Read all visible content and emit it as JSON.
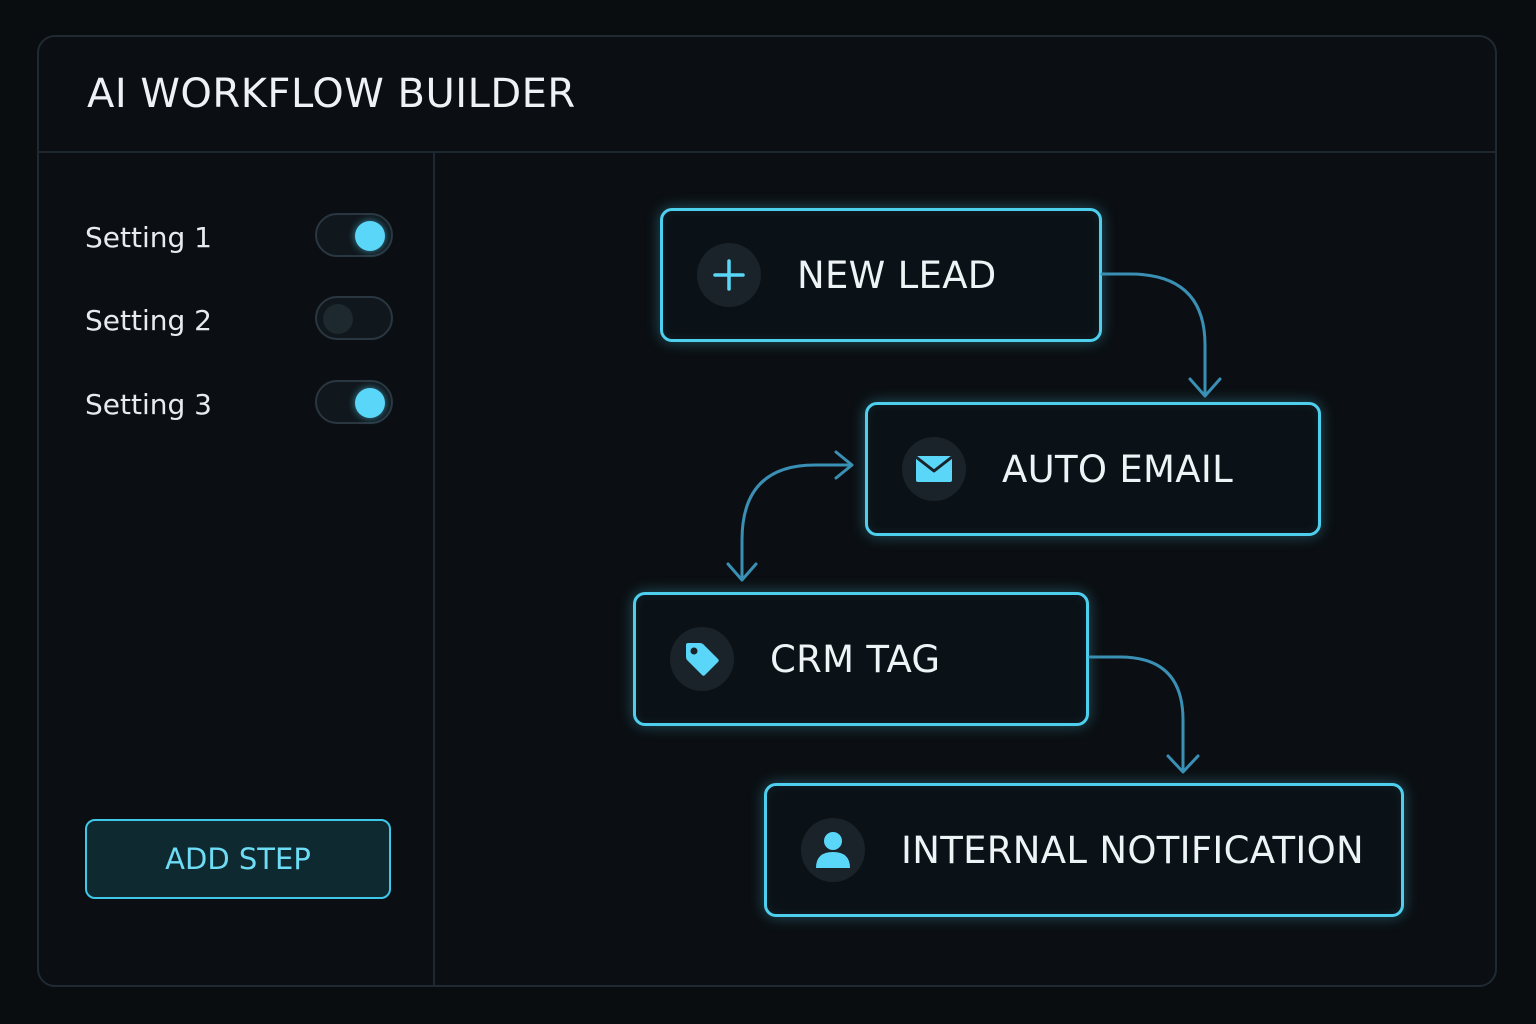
{
  "app": {
    "title": "AI WORKFLOW BUILDER"
  },
  "sidebar": {
    "settings": [
      {
        "label": "Setting 1",
        "enabled": true
      },
      {
        "label": "Setting 2",
        "enabled": false
      },
      {
        "label": "Setting 3",
        "enabled": true
      }
    ],
    "add_step_label": "ADD STEP"
  },
  "workflow": {
    "nodes": [
      {
        "label": "NEW LEAD",
        "icon": "plus-icon"
      },
      {
        "label": "AUTO EMAIL",
        "icon": "envelope-icon"
      },
      {
        "label": "CRM TAG",
        "icon": "tag-icon"
      },
      {
        "label": "INTERNAL NOTIFICATION",
        "icon": "user-icon"
      }
    ]
  },
  "colors": {
    "accent": "#4fcfee",
    "toggle_on": "#5ad7f8",
    "background": "#0a0d10",
    "connector": "#3a8fb5"
  }
}
